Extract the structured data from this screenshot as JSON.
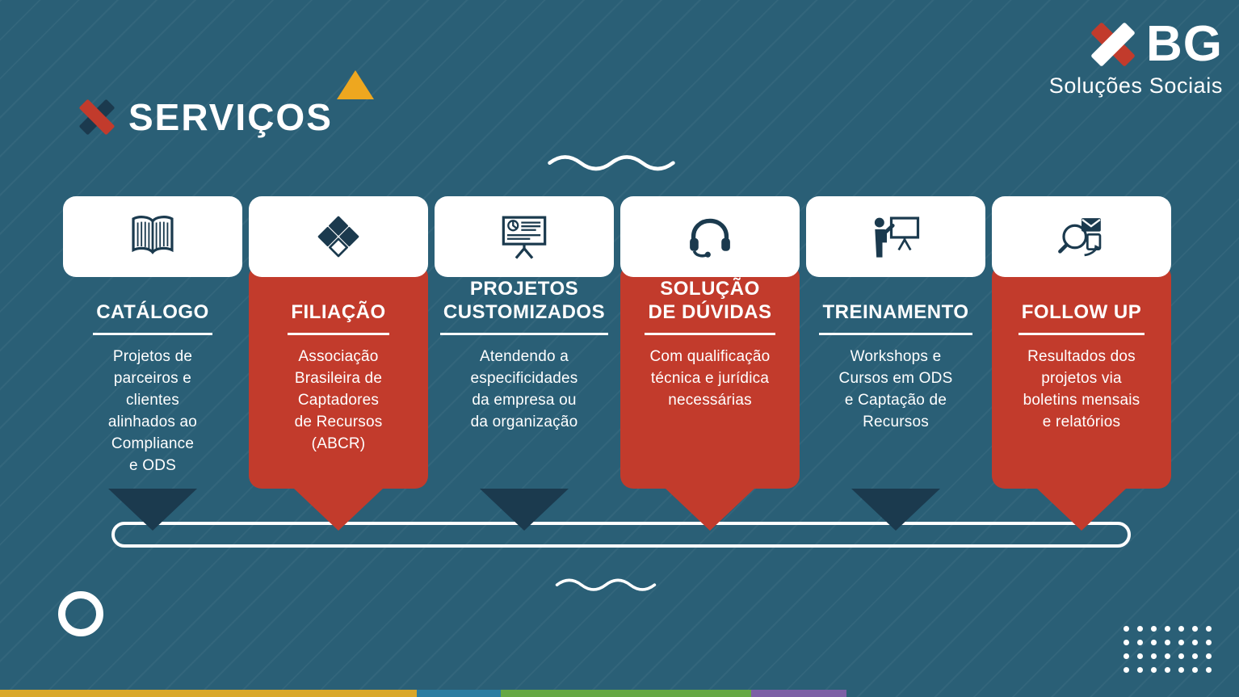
{
  "slide": {
    "title": "SERVIÇOS",
    "brand": {
      "name": "BG",
      "tagline": "Soluções Sociais"
    }
  },
  "cards": [
    {
      "title": "CATÁLOGO",
      "body": "Projetos de\nparceiros e\nclientes\nalinhados ao\nCompliance\ne ODS",
      "icon": "open-book-icon",
      "variant": "plain"
    },
    {
      "title": "FILIAÇÃO",
      "body": "Associação\nBrasileira de\nCaptadores\nde Recursos\n(ABCR)",
      "icon": "diamond-cluster-icon",
      "variant": "red"
    },
    {
      "title": "PROJETOS\nCUSTOMIZADOS",
      "body": "Atendendo a\nespecificidades\nda empresa ou\nda organização",
      "icon": "presentation-board-icon",
      "variant": "plain"
    },
    {
      "title": "SOLUÇÃO\nDE DÚVIDAS",
      "body": "Com qualificação\ntécnica e jurídica\nnecessárias",
      "icon": "headset-icon",
      "variant": "red"
    },
    {
      "title": "TREINAMENTO",
      "body": "Workshops e\nCursos em ODS\ne Captação de\nRecursos",
      "icon": "trainer-board-icon",
      "variant": "plain"
    },
    {
      "title": "FOLLOW UP",
      "body": "Resultados dos\nprojetos via\nboletins mensais\ne relatórios",
      "icon": "magnifier-report-icon",
      "variant": "red"
    }
  ],
  "colors": {
    "background": "#2a5f76",
    "card_red": "#c23b2c",
    "icon_navy": "#1b3a4e",
    "accent_yellow": "#eea71f",
    "stripe_yellow": "#d9a72a",
    "stripe_blue": "#2c7da0",
    "stripe_green": "#66a744",
    "stripe_purple": "#7c5fa6"
  }
}
